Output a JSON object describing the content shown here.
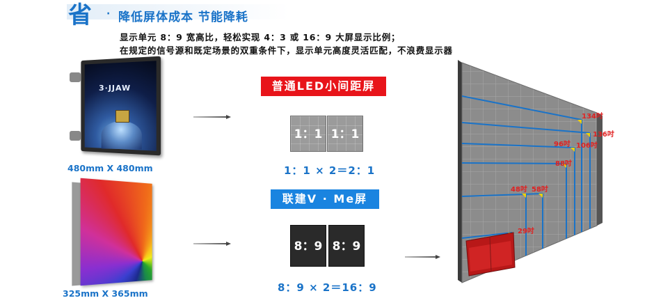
{
  "header": {
    "icon_char": "省",
    "bullet": "·",
    "headline": "降低屏体成本  节能降耗",
    "line1": "显示单元 8：9 宽高比，轻松实现 4：3 或 16：9 大屏显示比例；",
    "line2": "在规定的信号源和既定场景的双重条件下，显示单元高度灵活匹配，不浪费显示器"
  },
  "cabinets": [
    {
      "label": "480mm X 480mm",
      "screen_title": "3·JJAW"
    },
    {
      "label": "325mm X 365mm"
    }
  ],
  "comparison": {
    "standard": {
      "title": "普通LED小间距屏",
      "tiles": [
        "1：1",
        "1：1"
      ],
      "equation": "1：1 × 2＝2：1"
    },
    "vme": {
      "title": "联建V · Me屏",
      "tiles": [
        "8：9",
        "8：9"
      ],
      "equation": "8：9  × 2＝16：9"
    }
  },
  "wall_sizes": [
    "134吋",
    "136吋",
    "96吋",
    "106吋",
    "88吋",
    "48吋",
    "58吋",
    "29吋"
  ],
  "colors": {
    "brand_blue": "#1a73c8",
    "title_red": "#e8141a",
    "title_blue": "#1a84e0",
    "label_red": "#e02020",
    "marker_yellow": "#f0d000"
  }
}
